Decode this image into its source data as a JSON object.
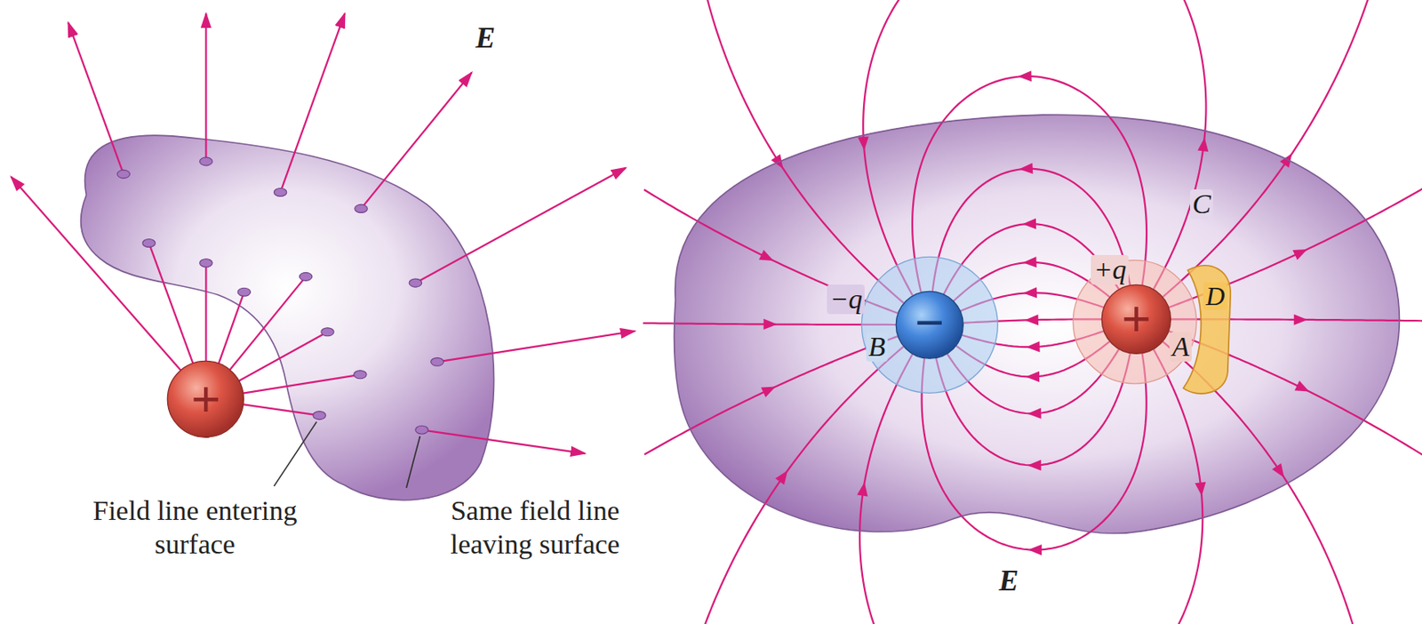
{
  "diagram": {
    "nodes": [
      {
        "text": [
          "+"
        ]
      },
      {
        "text": [
          "C"
        ]
      },
      {
        "text": [
          "−q",
          "B"
        ],
        "in": 1
      },
      {
        "text": [
          "−"
        ],
        "in": 2
      },
      {
        "text": [
          "+q",
          "A"
        ],
        "in": 1
      },
      {
        "text": [
          "+"
        ],
        "in": 4
      },
      {
        "text": [
          "D"
        ],
        "in": 1
      }
    ],
    "labels": [
      "Field line entering surface",
      "Same field line leaving surface",
      "E⃗",
      "E⃗"
    ]
  }
}
